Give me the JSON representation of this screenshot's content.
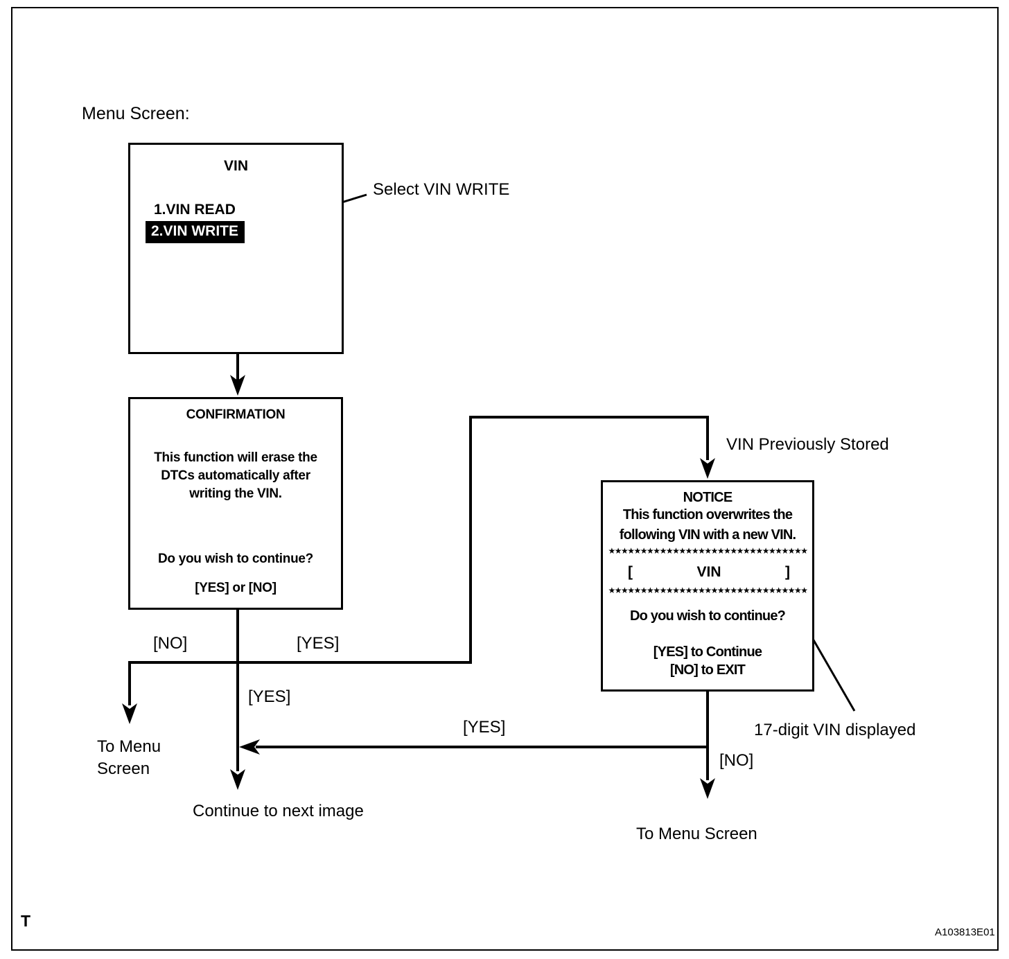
{
  "labels": {
    "menu_screen": "Menu Screen:",
    "select_vin_write": "Select VIN WRITE",
    "vin_previously_stored": "VIN Previously Stored",
    "no_top": "[NO]",
    "yes_top": "[YES]",
    "yes_mid": "[YES]",
    "yes_return": "[YES]",
    "no_right": "[NO]",
    "to_menu_left_line1": "To Menu",
    "to_menu_left_line2": "Screen",
    "continue_next": "Continue to next image",
    "to_menu_right": "To Menu Screen",
    "seventeen_digit": "17-digit VIN displayed"
  },
  "menu_box": {
    "title": "VIN",
    "item1": "1.VIN READ",
    "item2": "2.VIN WRITE"
  },
  "confirmation_box": {
    "title": "CONFIRMATION",
    "line1": "This function will erase the",
    "line2": "DTCs automatically after",
    "line3": "writing the VIN.",
    "question": "Do you wish to continue?",
    "options": "[YES] or [NO]"
  },
  "notice_box": {
    "title": "NOTICE",
    "line1": "This function overwrites the",
    "line2": "following VIN with a new VIN.",
    "stars": "★★★★★★★★★★★★★★★★★★★★★★★★★★★★★★★",
    "bracket_open": "[",
    "vin_label": "VIN",
    "bracket_close": "]",
    "question": "Do you wish to continue?",
    "yes_line": "[YES] to Continue",
    "no_line": "[NO] to EXIT"
  },
  "footer": {
    "left": "T",
    "right": "A103813E01"
  },
  "colors": {
    "ink": "#000000",
    "paper": "#ffffff"
  }
}
